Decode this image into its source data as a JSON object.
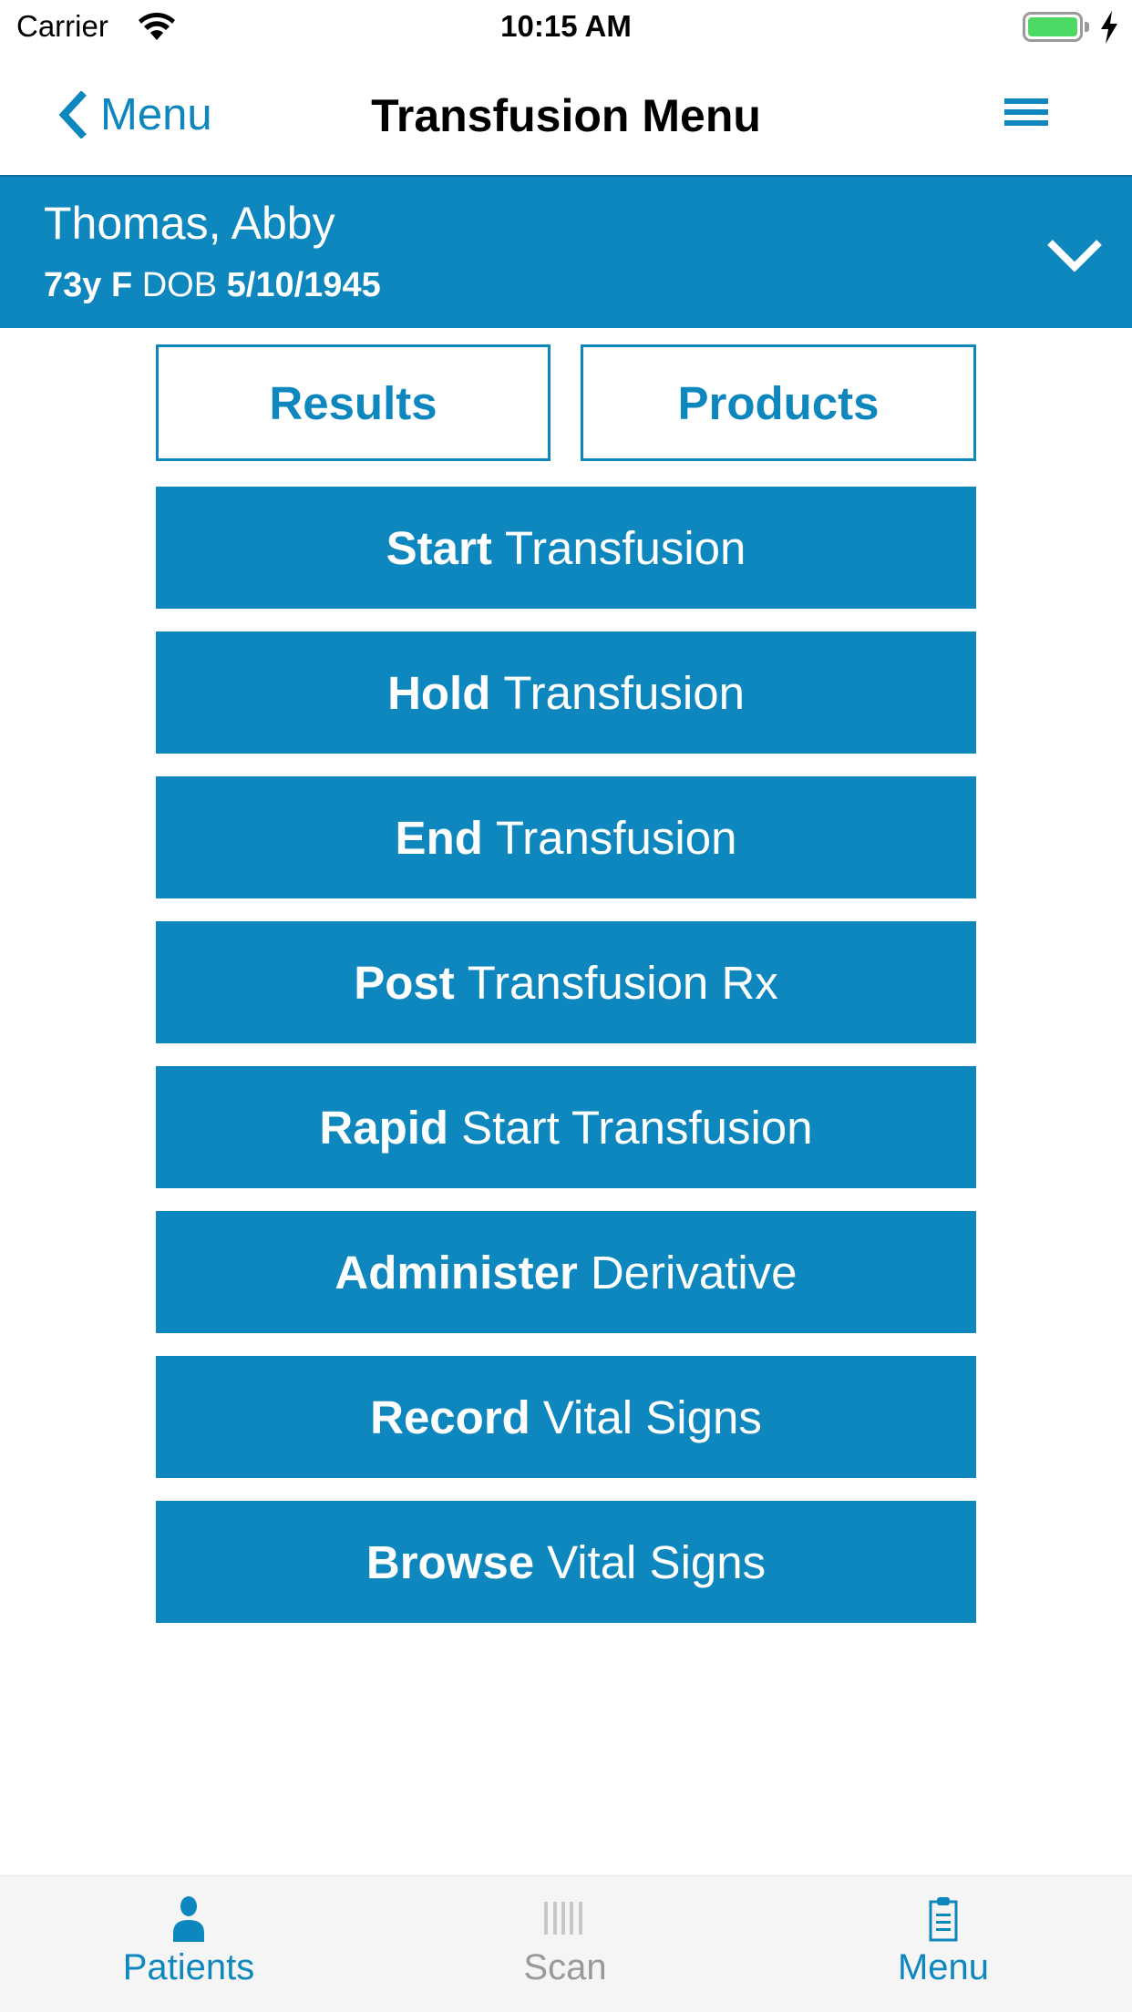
{
  "status_bar": {
    "carrier": "Carrier",
    "time": "10:15 AM",
    "battery_charging": true
  },
  "nav": {
    "back_label": "Menu",
    "title": "Transfusion Menu",
    "menu_icon": "hamburger-icon"
  },
  "patient": {
    "name": "Thomas, Abby",
    "age_sex": "73y F",
    "dob_label": "DOB",
    "dob": "5/10/1945"
  },
  "top_buttons": {
    "results": "Results",
    "products": "Products"
  },
  "actions": [
    {
      "verb": "Start",
      "label": "Transfusion"
    },
    {
      "verb": "Hold",
      "label": "Transfusion"
    },
    {
      "verb": "End",
      "label": "Transfusion"
    },
    {
      "verb": "Post",
      "label": "Transfusion Rx"
    },
    {
      "verb": "Rapid",
      "label": "Start Transfusion"
    },
    {
      "verb": "Administer",
      "label": "Derivative"
    },
    {
      "verb": "Record",
      "label": "Vital Signs"
    },
    {
      "verb": "Browse",
      "label": "Vital Signs"
    }
  ],
  "tab_bar": {
    "tabs": [
      {
        "label": "Patients",
        "icon": "person-icon",
        "state": "active"
      },
      {
        "label": "Scan",
        "icon": "barcode-icon",
        "state": "inactive"
      },
      {
        "label": "Menu",
        "icon": "clipboard-icon",
        "state": "active"
      }
    ]
  },
  "colors": {
    "accent": "#0e87be",
    "inactive": "#999999",
    "tab_bar_bg": "#f5f5f5",
    "battery": "#4cd964"
  }
}
